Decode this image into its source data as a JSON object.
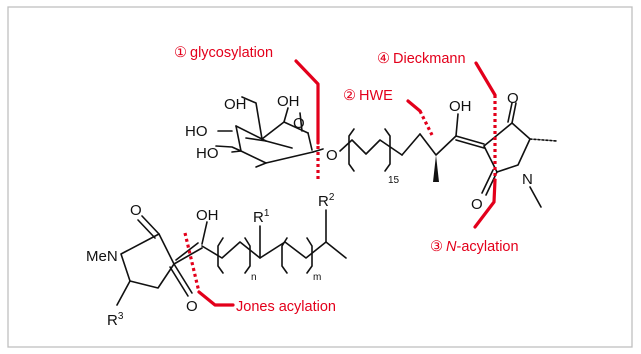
{
  "labels": {
    "glycosylation": {
      "num": "①",
      "text": "glycosylation"
    },
    "dieckmann": {
      "num": "④",
      "text": "Dieckmann"
    },
    "hwe": {
      "num": "②",
      "text": "HWE"
    },
    "nacylation": {
      "num": "③",
      "italic": "N",
      "text": "-acylation"
    },
    "jones": {
      "text": "Jones acylation"
    }
  },
  "structure_top": {
    "atoms": {
      "oh1": "OH",
      "oh2": "OH",
      "o_ring": "O",
      "ho1": "HO",
      "ho2": "HO",
      "o_link": "O",
      "oh_enol": "OH",
      "o_ketone": "O",
      "o_amide": "O",
      "n": "N"
    },
    "chain_subscript": "15"
  },
  "structure_bottom": {
    "atoms": {
      "o_top": "O",
      "men": "MeN",
      "o_right": "O",
      "oh": "OH"
    },
    "r1": {
      "base": "R",
      "sup": "1"
    },
    "r2": {
      "base": "R",
      "sup": "2"
    },
    "r3": {
      "base": "R",
      "sup": "3"
    },
    "sub_n": "n",
    "sub_m": "m"
  },
  "colors": {
    "frame": "#bfbfbf",
    "accent": "#e3001b",
    "ink": "#111111"
  }
}
